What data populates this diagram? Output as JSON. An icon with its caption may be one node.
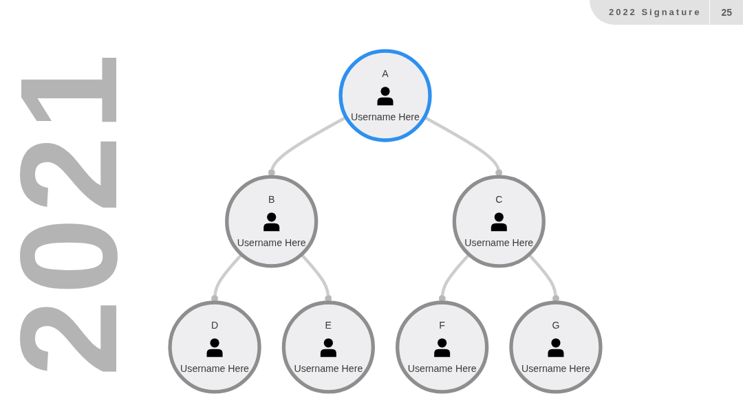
{
  "diagram": {
    "nodes": [
      {
        "text": [
          "A",
          "Username Here"
        ]
      },
      {
        "text": [
          "B",
          "Username Here"
        ]
      },
      {
        "text": [
          "C",
          "Username Here"
        ]
      },
      {
        "text": [
          "D",
          "Username Here"
        ]
      },
      {
        "text": [
          "E",
          "Username Here"
        ]
      },
      {
        "text": [
          "F",
          "Username Here"
        ]
      },
      {
        "text": [
          "G",
          "Username Here"
        ]
      }
    ],
    "edges": [
      {
        "from": 0,
        "to": 1,
        "arrow": "other"
      },
      {
        "from": 0,
        "to": 2,
        "arrow": "other"
      },
      {
        "from": 1,
        "to": 3,
        "arrow": "other"
      },
      {
        "from": 1,
        "to": 4,
        "arrow": "other"
      },
      {
        "from": 2,
        "to": 5,
        "arrow": "other"
      },
      {
        "from": 2,
        "to": 6,
        "arrow": "other"
      }
    ],
    "labels": [
      "2022 Signature",
      "25",
      "2021"
    ]
  }
}
